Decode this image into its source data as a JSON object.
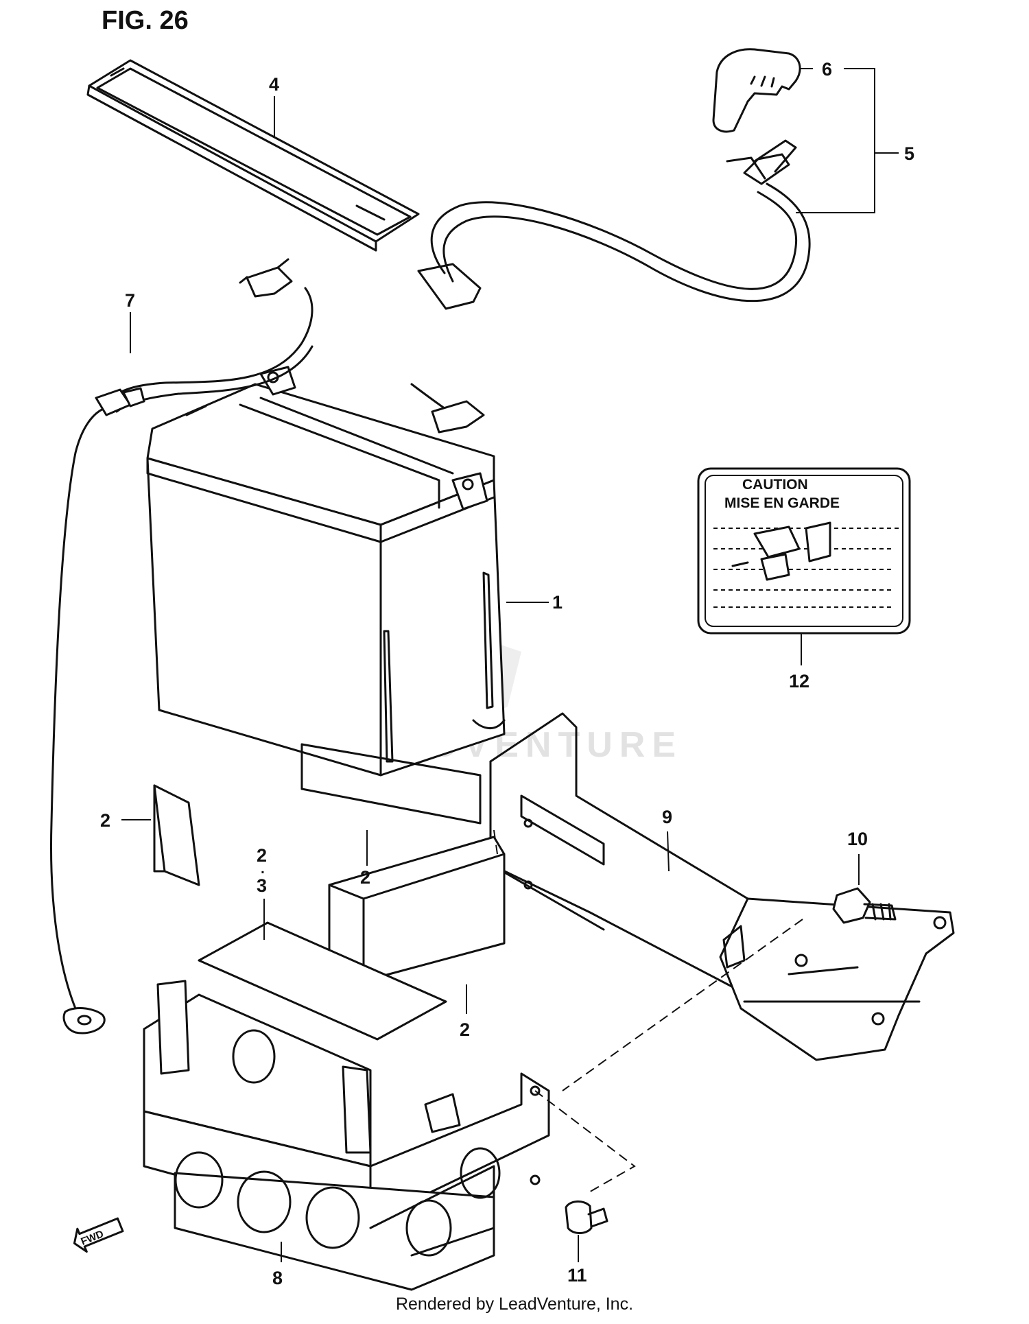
{
  "figure": {
    "title": "FIG. 26",
    "watermark": "LEADVENTURE",
    "credit": "Rendered by LeadVenture, Inc."
  },
  "warning_label": {
    "line1": "CAUTION",
    "line2": "MISE EN GARDE"
  },
  "callouts": {
    "c1": "1",
    "c2a": "2",
    "c2b": "2",
    "c2c": "2",
    "c2d": "2",
    "c3": "3",
    "c4": "4",
    "c5": "5",
    "c6": "6",
    "c7": "7",
    "c8": "8",
    "c9": "9",
    "c10": "10",
    "c11": "11",
    "c12": "12"
  },
  "fwd_tag": "FWD",
  "icons": [
    "battery",
    "battery-strap",
    "battery-cable",
    "terminal-cover",
    "battery-lead",
    "pads",
    "battery-holder",
    "holder-bracket",
    "bolt",
    "screw",
    "caution-label",
    "fwd-arrow-icon"
  ]
}
